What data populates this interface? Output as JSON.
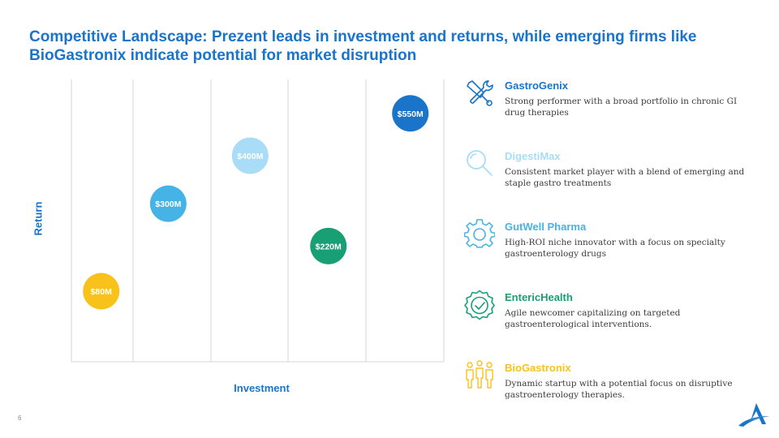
{
  "slide": {
    "title": "Competitive Landscape: Prezent leads in investment and returns, while emerging firms like BioGastronix indicate potential for market disruption",
    "page_number": "6"
  },
  "chart_data": {
    "type": "scatter",
    "xlabel": "Investment",
    "ylabel": "Return",
    "grid": {
      "vertical": true,
      "horizontal": false
    },
    "xlim": [
      0,
      100
    ],
    "ylim": [
      0,
      100
    ],
    "points": [
      {
        "x": 8,
        "y": 25,
        "label": "$80M",
        "color": "#f9c21b"
      },
      {
        "x": 26,
        "y": 56,
        "label": "$300M",
        "color": "#46b3e6"
      },
      {
        "x": 48,
        "y": 73,
        "label": "$400M",
        "color": "#a9dcf6"
      },
      {
        "x": 69,
        "y": 41,
        "label": "$220M",
        "color": "#18a074"
      },
      {
        "x": 91,
        "y": 88,
        "label": "$550M",
        "color": "#1a74c9"
      }
    ]
  },
  "legend": [
    {
      "name": "GastroGenix",
      "desc": "Strong performer with a broad portfolio in chronic GI drug therapies",
      "color": "#1a74c9",
      "icon": "tools-icon"
    },
    {
      "name": "DigestiMax",
      "desc": "Consistent market player with a blend of emerging and staple gastro treatments",
      "color": "#a9dcf6",
      "icon": "magnifier-icon"
    },
    {
      "name": "GutWell Pharma",
      "desc": "High-ROI niche innovator with a focus on specialty gastroenterology drugs",
      "color": "#46b3e6",
      "icon": "gear-icon"
    },
    {
      "name": "EntericHealth",
      "desc": "Agile newcomer capitalizing on targeted gastroenterological interventions.",
      "color": "#18a074",
      "icon": "badge-check-icon"
    },
    {
      "name": "BioGastronix",
      "desc": "Dynamic startup with a potential focus on disruptive gastroenterology therapies.",
      "color": "#f9c21b",
      "icon": "team-icon"
    }
  ]
}
